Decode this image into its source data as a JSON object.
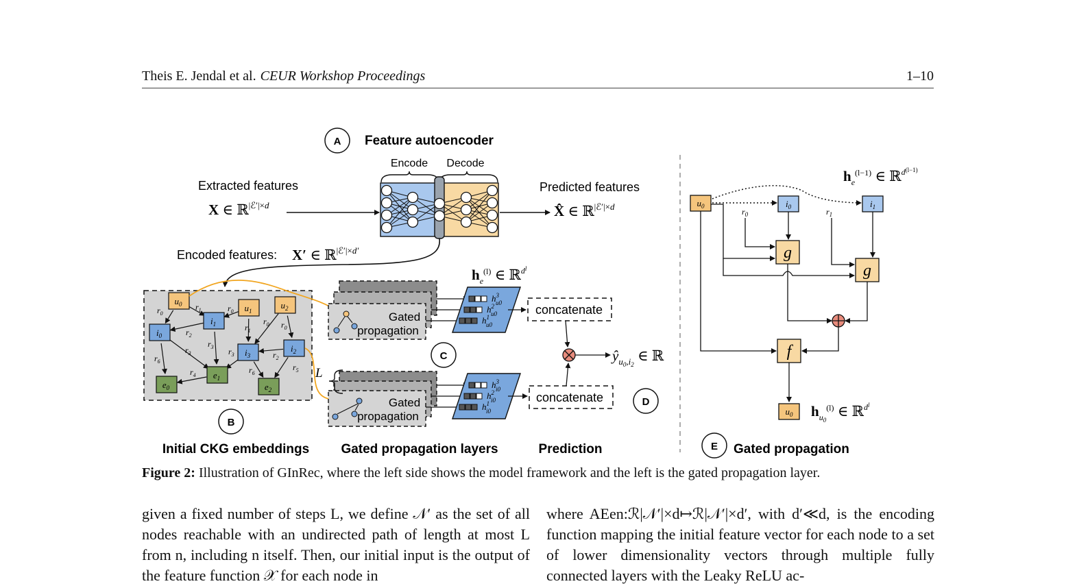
{
  "header": {
    "authors": "Theis E. Jendal et al.",
    "venue": "CEUR Workshop Proceedings",
    "pages": "1–10"
  },
  "figure": {
    "panel_a_badge": "A",
    "panel_a_title": "Feature autoencoder",
    "encode_label": "Encode",
    "decode_label": "Decode",
    "extracted_label": "Extracted features",
    "extracted_math": "X ∈ ℝ|ℰ′|×d",
    "predicted_label": "Predicted features",
    "predicted_math": "X̂ ∈ ℝ|ℰ′|×d",
    "encoded_label": "Encoded features:",
    "encoded_math": "X′ ∈ ℝ|ℰ′|×d′",
    "panel_b_badge": "B",
    "panel_b_title": "Initial CKG embeddings",
    "panel_c_badge": "C",
    "panel_d_badge": "D",
    "panel_e_badge": "E",
    "gated_layers_title": "Gated propagation layers",
    "prediction_title": "Prediction",
    "gated_prop_title": "Gated propagation",
    "gated_box_line1": "Gated",
    "gated_box_line2": "propagation",
    "concatenate": "concatenate",
    "he_math": "he(l) ∈ ℝdl",
    "he_prev_math": "he(l−1) ∈ ℝd(l−1)",
    "hu0_math": "hu0(l) ∈ ℝdl",
    "yhat_math": "ŷu0,i2 ∈ ℝ",
    "L_label": "L",
    "h_u_labels": [
      "h3u0",
      "h2u0",
      "h1u0"
    ],
    "h_i_labels": [
      "h3i0",
      "h2i0",
      "h1i0"
    ],
    "g_label": "g",
    "f_label": "f",
    "nodes": {
      "users": [
        "u0",
        "u1",
        "u2"
      ],
      "items": [
        "i0",
        "i1",
        "i2",
        "i3"
      ],
      "entities": [
        "e0",
        "e1",
        "e2"
      ]
    },
    "relations": [
      "r0",
      "r1",
      "r2",
      "r3",
      "r4",
      "r5",
      "r6"
    ],
    "colors": {
      "user": "#f5c57d",
      "item": "#7aa7dd",
      "entity": "#7a9e5a",
      "encode": "#a9c8ee",
      "decode": "#f8d9a3",
      "graph_bg": "#d4d4d4",
      "highlight": "#f1a51f",
      "combine": "#e78b7c"
    }
  },
  "caption": {
    "label": "Figure 2:",
    "text": "Illustration of GInRec, where the left side shows the model framework and the left is the gated propagation layer."
  },
  "body": {
    "left_column": "given a fixed number of steps L, we define 𝒩′ as the set of all nodes reachable with an undirected path of length at most L from n, including n itself. Then, our initial input is the output of the feature function 𝒳 for each node in",
    "right_column": "where AEen:ℛ|𝒩′|×d↦ℛ|𝒩′|×d′, with d′≪d, is the encoding function mapping the initial feature vector for each node to a set of lower dimensionality vectors through multiple fully connected layers with the Leaky ReLU ac-"
  }
}
